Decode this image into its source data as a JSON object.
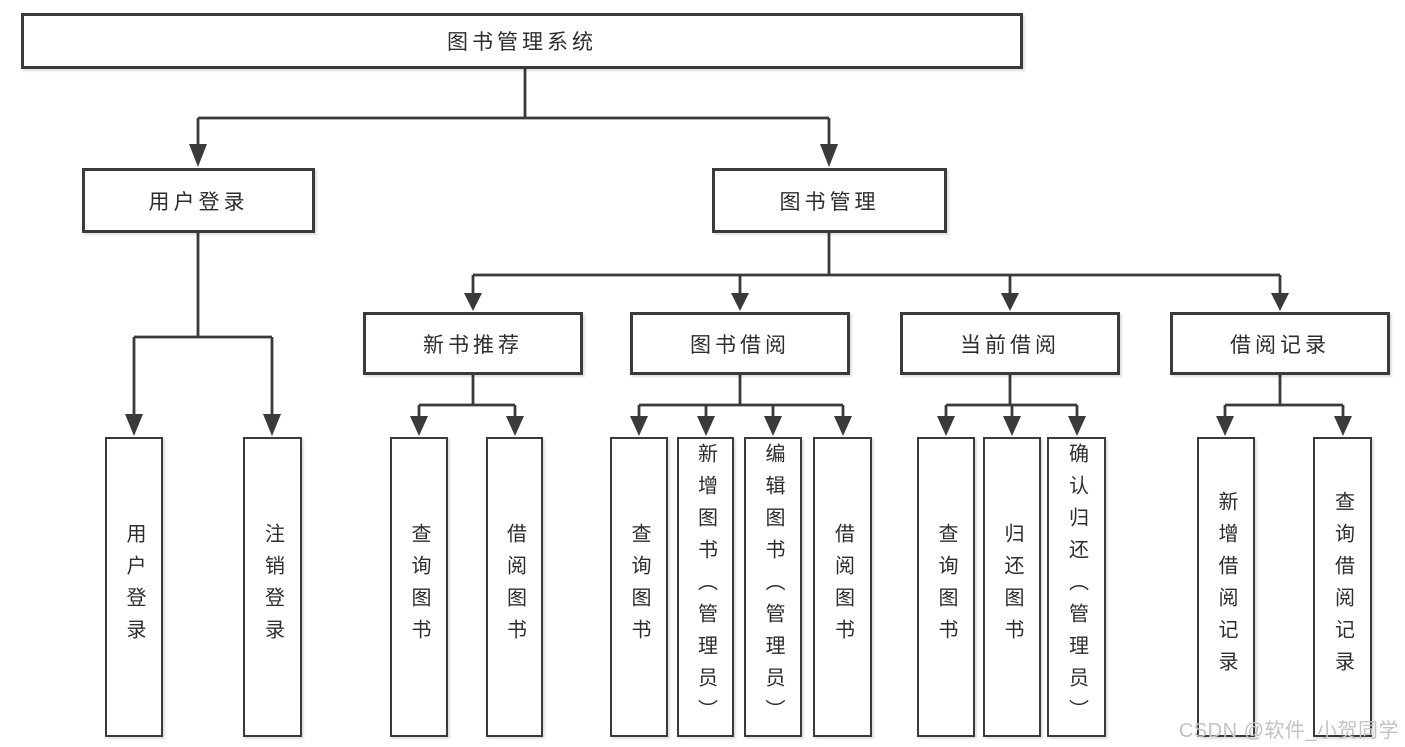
{
  "tree": {
    "root": {
      "label": "图书管理系统"
    },
    "branches": [
      {
        "label": "用户登录",
        "children": [
          {
            "label": "用户登录"
          },
          {
            "label": "注销登录"
          }
        ]
      },
      {
        "label": "图书管理",
        "children": [
          {
            "label": "新书推荐",
            "children": [
              {
                "label": "查询图书"
              },
              {
                "label": "借阅图书"
              }
            ]
          },
          {
            "label": "图书借阅",
            "children": [
              {
                "label": "查询图书"
              },
              {
                "label": "新增图书（管理员）"
              },
              {
                "label": "编辑图书（管理员）"
              },
              {
                "label": "借阅图书"
              }
            ]
          },
          {
            "label": "当前借阅",
            "children": [
              {
                "label": "查询图书"
              },
              {
                "label": "归还图书"
              },
              {
                "label": "确认归还（管理员）"
              }
            ]
          },
          {
            "label": "借阅记录",
            "children": [
              {
                "label": "新增借阅记录"
              },
              {
                "label": "查询借阅记录"
              }
            ]
          }
        ]
      }
    ]
  },
  "watermark": {
    "text": "CSDN @软件_小贺同学"
  },
  "colors": {
    "line": "#3a3a3a",
    "box_border": "#3a3a3a",
    "text": "#2d2d2d",
    "watermark": "#c2c2c2",
    "background": "#ffffff"
  }
}
